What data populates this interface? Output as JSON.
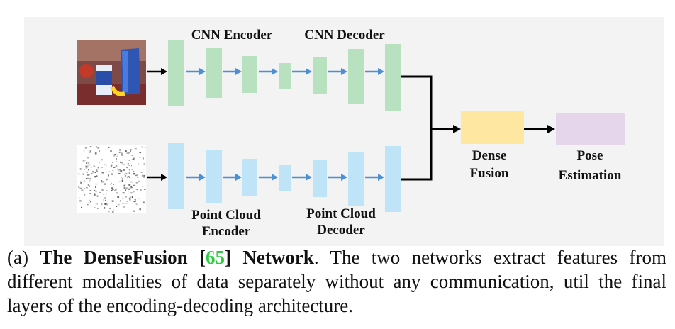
{
  "diagram": {
    "colors": {
      "background": "#f3f3f3",
      "rgb_blocks": "#b7e1bf",
      "pc_blocks": "#bfe3f7",
      "connector_arrows": "#4a90d9",
      "dense_fusion_block": "#fde7a1",
      "pose_block": "#e6d6ec",
      "main_arrows": "#000000"
    },
    "labels": {
      "cnn_encoder": "CNN Encoder",
      "cnn_decoder": "CNN Decoder",
      "pc_encoder_1": "Point Cloud",
      "pc_encoder_2": "Encoder",
      "pc_decoder_1": "Point Cloud",
      "pc_decoder_2": "Decoder",
      "dense_1": "Dense",
      "dense_2": "Fusion",
      "pose_1": "Pose",
      "pose_2": "Estimation"
    },
    "icons": {
      "rgb_input": "rgb-photo-icon",
      "pc_input": "point-cloud-icon"
    }
  },
  "caption": {
    "prefix": "(a) ",
    "title_start": "The DenseFusion [",
    "citation": "65",
    "title_end": "] Network",
    "citation_color": "#2ecc40",
    "body": ". The two networks extract features from different modalities of data separately without any communication, util the final layers of the encoding-decoding architecture."
  }
}
